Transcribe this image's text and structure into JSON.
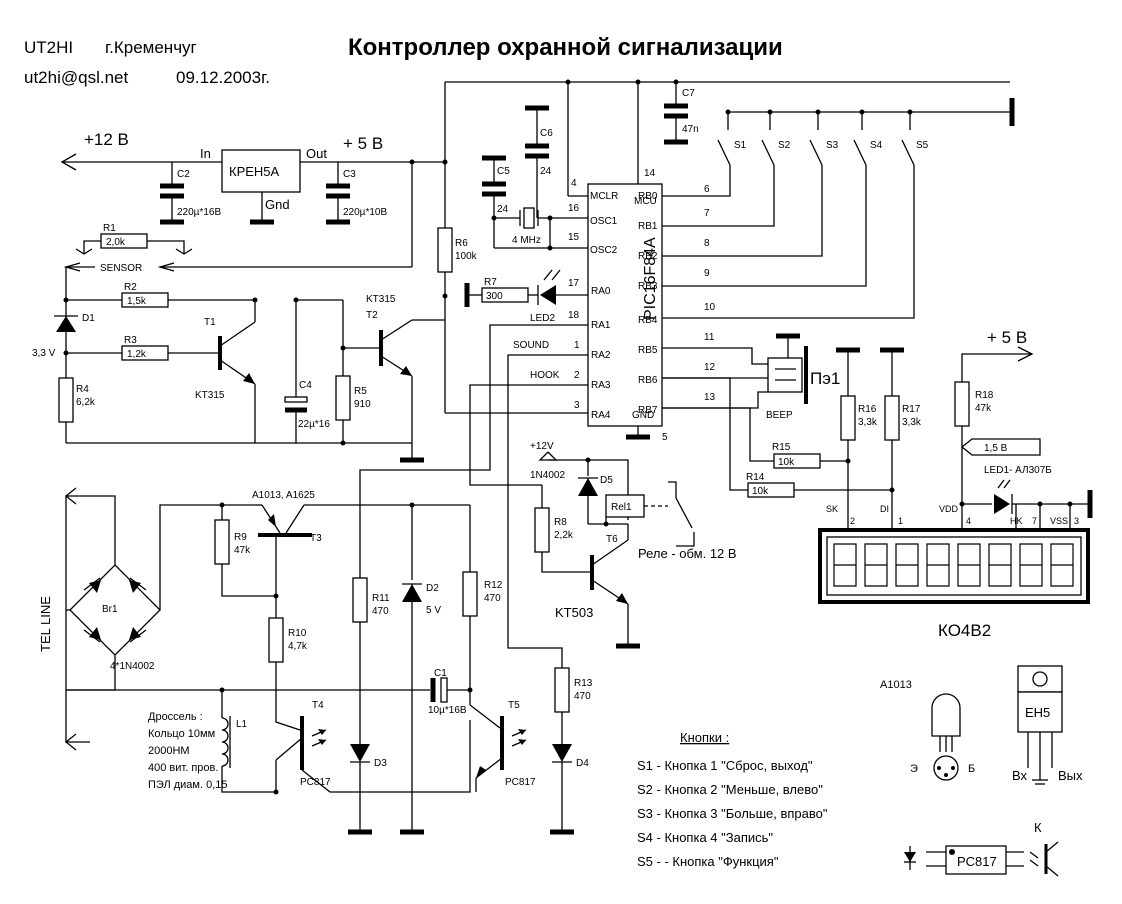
{
  "header": {
    "author": "UT2HI",
    "city": "г.Кременчуг",
    "email": "ut2hi@qsl.net",
    "date": "09.12.2003г.",
    "title": "Контроллер охранной сигнализации"
  },
  "power": {
    "plus12": "+12 В",
    "plus5": "+ 5 В",
    "plus5_right": "+ 5 В",
    "plus12v": "+12V",
    "reg_name": "КРЕН5А",
    "reg_in": "In",
    "reg_out": "Out",
    "reg_gnd": "Gnd"
  },
  "components": {
    "C2": "C2",
    "C2v": "220µ*16В",
    "C3": "C3",
    "C3v": "220µ*10В",
    "C5": "C5",
    "C5v": "24",
    "C6": "C6",
    "C6v": "24",
    "C7": "C7",
    "C7v": "47n",
    "C4": "C4",
    "C4v": "22µ*16",
    "C1": "C1",
    "C1v": "10µ*16В",
    "R1": "R1",
    "R1v": "2,0k",
    "sensor": "SENSOR",
    "R2": "R2",
    "R2v": "1,5k",
    "R3": "R3",
    "R3v": "1,2k",
    "R4": "R4",
    "R4v": "6,2k",
    "R5": "R5",
    "R5v": "910",
    "R6": "R6",
    "R6v": "100k",
    "R7": "R7",
    "R7v": "300",
    "R8": "R8",
    "R8v": "2,2k",
    "R9": "R9",
    "R9v": "47k",
    "R10": "R10",
    "R10v": "4,7k",
    "R11": "R11",
    "R11v": "470",
    "R12": "R12",
    "R12v": "470",
    "R13": "R13",
    "R13v": "470",
    "R14": "R14",
    "R14v": "10k",
    "R15": "R15",
    "R15v": "10k",
    "R16": "R16",
    "R16v": "3,3k",
    "R17": "R17",
    "R17v": "3,3k",
    "R18": "R18",
    "R18v": "47k",
    "D1": "D1",
    "D1v": "3,3 V",
    "D2": "D2",
    "D2v": "5 V",
    "D3": "D3",
    "D4": "D4",
    "D5": "D5",
    "D5v": "1N4002",
    "T1": "T1",
    "T1v": "KT315",
    "T2": "T2",
    "T2v": "KT315",
    "T3": "T3",
    "T3v": "A1013, A1625",
    "T4": "T4",
    "T4v": "PC817",
    "T5": "T5",
    "T5v": "PC817",
    "T6": "T6",
    "T6v": "KT503",
    "LED2": "LED2",
    "xtal": "4 MHz",
    "Br1": "Br1",
    "Br1v": "4*1N4002",
    "tel": "TEL  LINE",
    "L1": "L1",
    "relay": "Rel1",
    "relay_note": "Реле - обм. 12 В",
    "beeper": "Пэ1",
    "beep": "BEEP",
    "led1": "LED1- АЛ307Б",
    "v15": "1,5 В",
    "display": "КО4В2",
    "sound": "SOUND",
    "hook": "HOOK",
    "switches": [
      "S1",
      "S2",
      "S3",
      "S4",
      "S5"
    ]
  },
  "choke": [
    "Дроссель :",
    "Кольцо 10мм",
    "2000НМ",
    "400 вит. пров.",
    "ПЭЛ диам. 0,15"
  ],
  "mcu": {
    "name": "PIC16F84A",
    "mclr": "MCLR",
    "mcu_lbl": "MCU",
    "osc1": "OSC1",
    "osc2": "OSC2",
    "gnd": "GND",
    "left_pins": [
      {
        "name": "RA0",
        "num": "17"
      },
      {
        "name": "RA1",
        "num": "18"
      },
      {
        "name": "RA2",
        "num": "1"
      },
      {
        "name": "RA3",
        "num": "2"
      },
      {
        "name": "RA4",
        "num": "3"
      }
    ],
    "right_pins": [
      {
        "name": "RB0",
        "num": "6"
      },
      {
        "name": "RB1",
        "num": "7"
      },
      {
        "name": "RB2",
        "num": "8"
      },
      {
        "name": "RB3",
        "num": "9"
      },
      {
        "name": "RB4",
        "num": "10"
      },
      {
        "name": "RB5",
        "num": "11"
      },
      {
        "name": "RB6",
        "num": "12"
      },
      {
        "name": "RB7",
        "num": "13"
      }
    ],
    "pin4": "4",
    "pin16": "16",
    "pin15": "15",
    "pin14": "14",
    "pin5": "5"
  },
  "display_pins": {
    "sk": "SK",
    "di": "DI",
    "vdd": "VDD",
    "hk": "HK",
    "vss": "VSS",
    "p2": "2",
    "p1": "1",
    "p4": "4",
    "p7": "7",
    "p3": "3"
  },
  "buttons": {
    "heading": "Кнопки :",
    "items": [
      "S1 -  Кнопка 1 \"Сброс, выход\"",
      "S2 -  Кнопка 2 \"Меньше, влево\"",
      "S3 -  Кнопка 3 \"Больше, вправо\"",
      "S4 -  Кнопка 4  \"Запись\"",
      "S5 -  - Кнопка \"Функция\""
    ]
  },
  "pinouts": {
    "a1013": "A1013",
    "e": "Э",
    "b": "Б",
    "eh5": "ЕН5",
    "vx": "Вх",
    "vyx": "Вых",
    "pc817": "PC817",
    "k": "К"
  }
}
